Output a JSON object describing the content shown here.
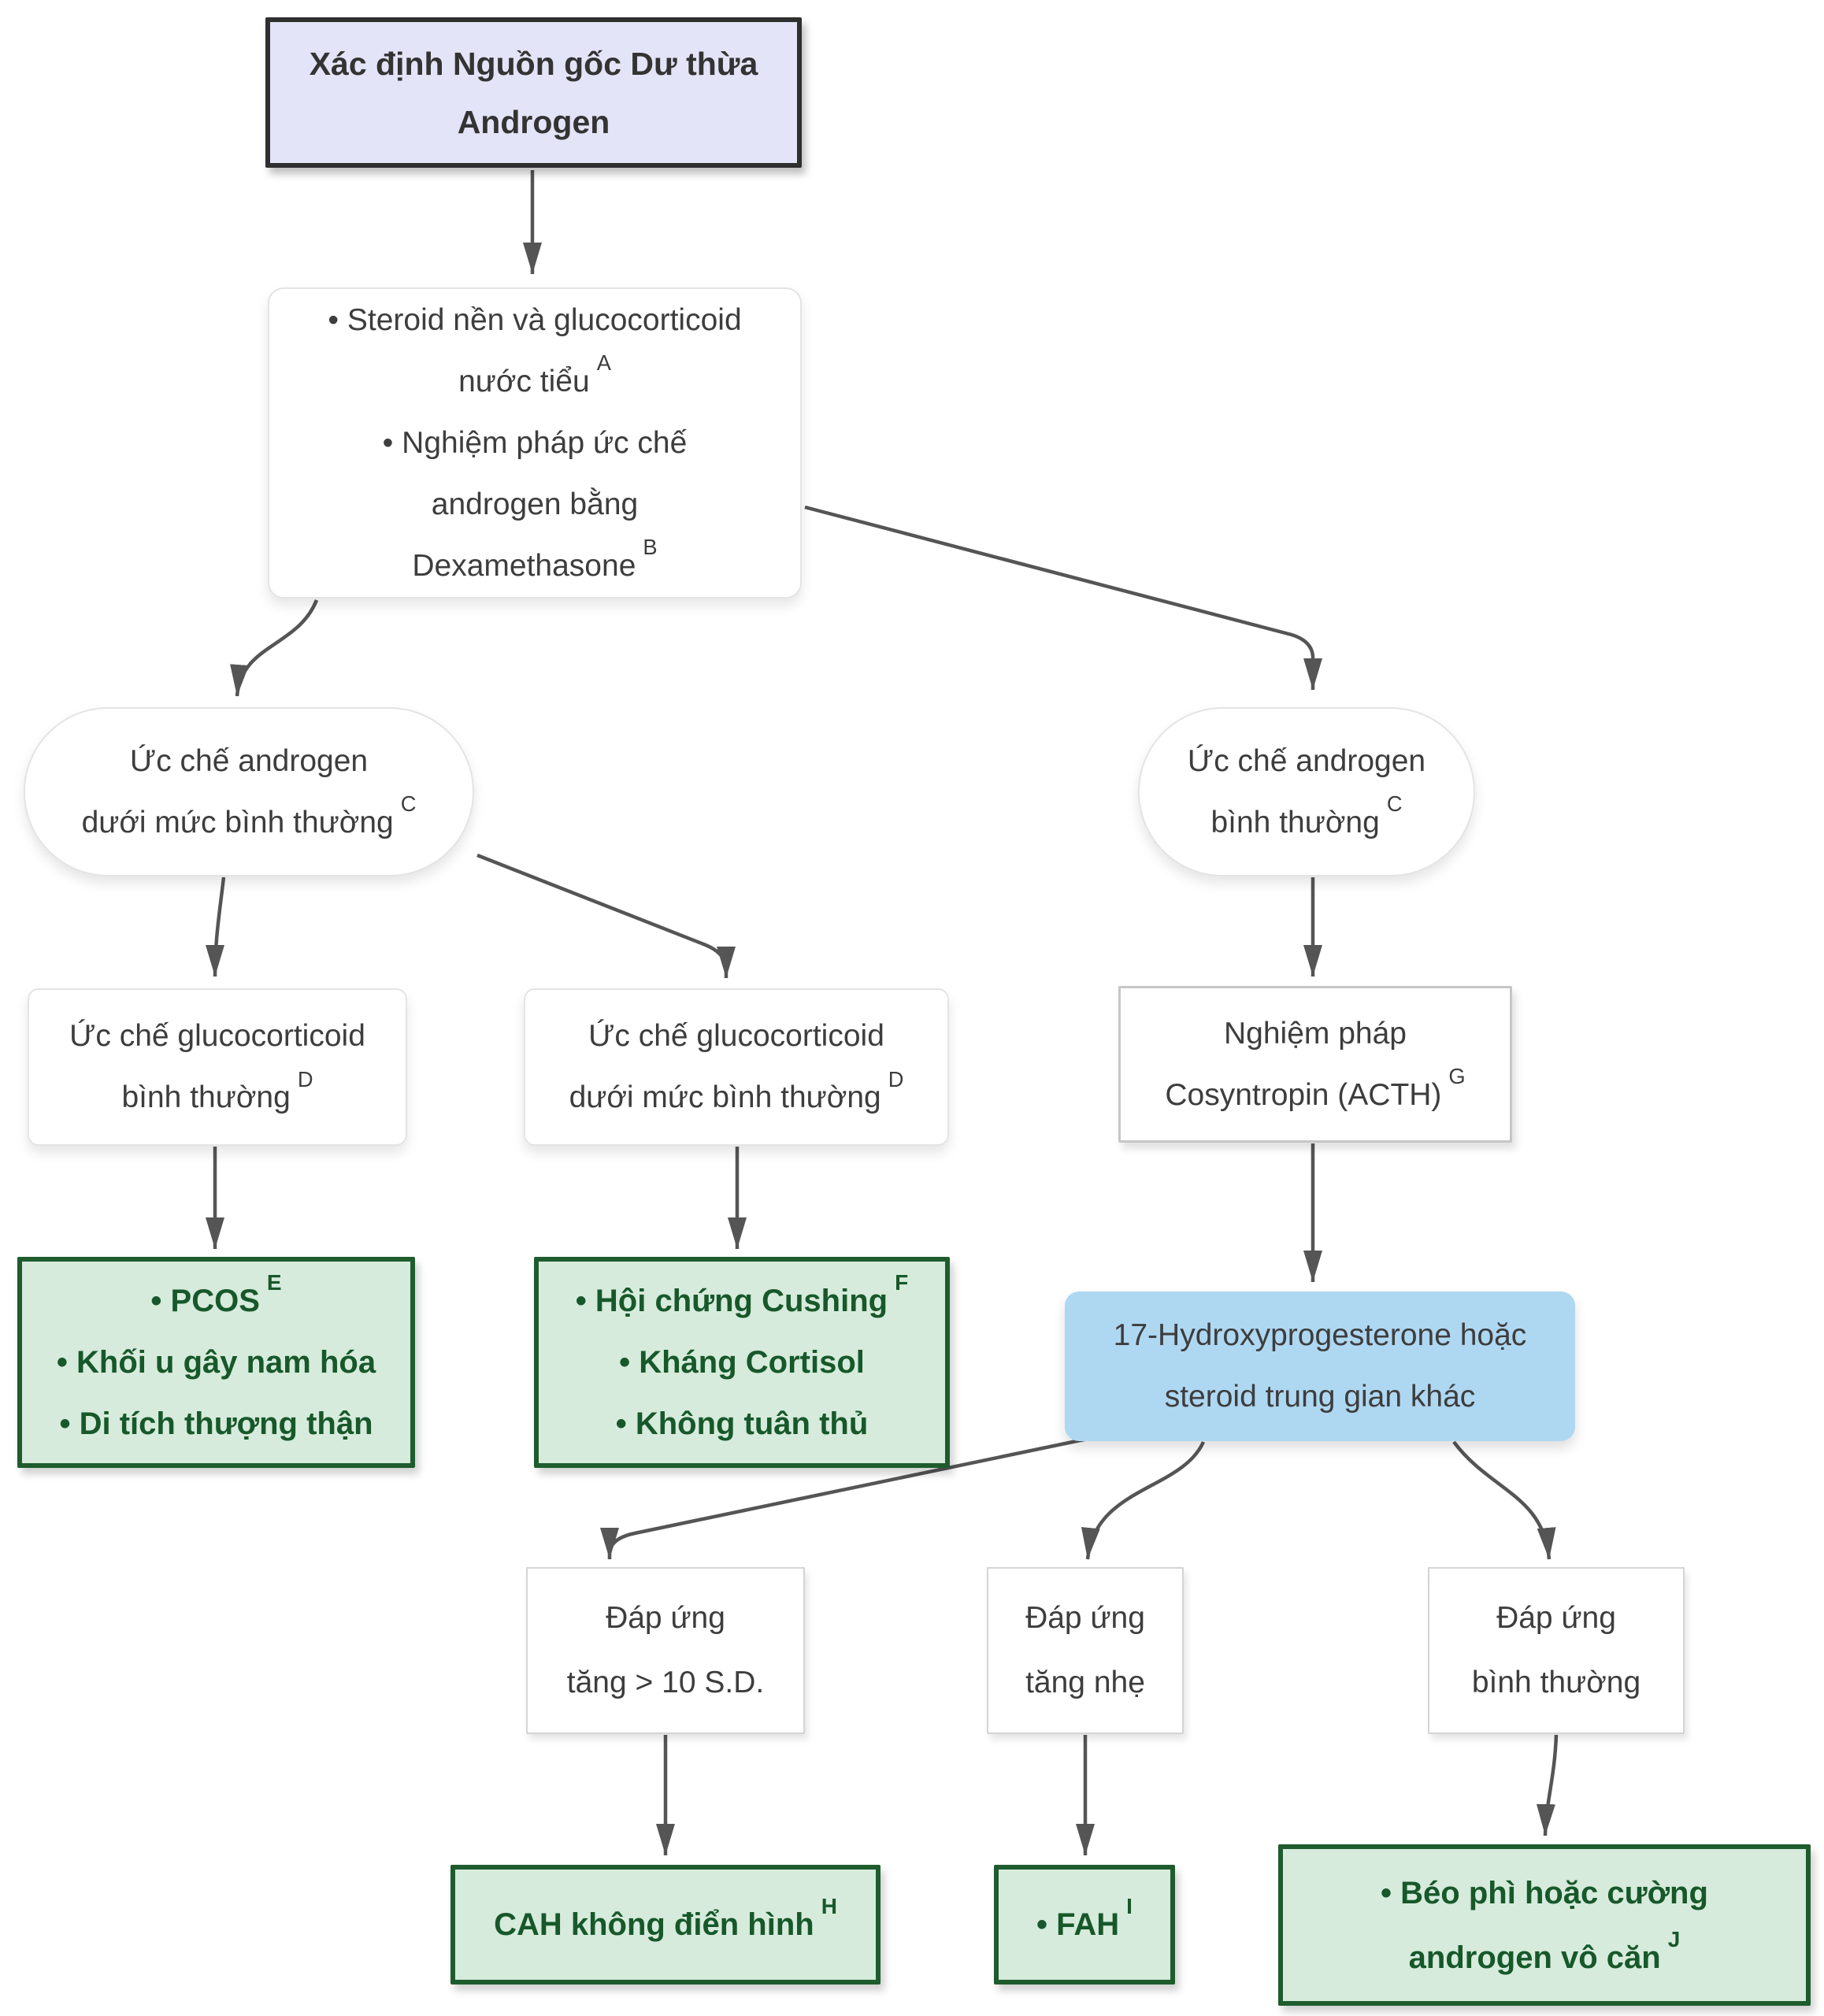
{
  "diagram": {
    "colors": {
      "title_bg": "#e4e4f8",
      "title_border": "#2f2f2f",
      "green_bg": "#d6ebdc",
      "green_border": "#1e5c2e",
      "green_text": "#17582a",
      "blue_bg": "#aed7f2",
      "white_box_border": "#e4e4e4",
      "body_text": "#3d3d3d",
      "arrow": "#555555"
    },
    "edges": [
      {
        "from": "title",
        "to": "tests"
      },
      {
        "from": "tests",
        "to": "pill_left"
      },
      {
        "from": "tests",
        "to": "pill_right"
      },
      {
        "from": "pill_left",
        "to": "d_normal"
      },
      {
        "from": "pill_left",
        "to": "d_sub"
      },
      {
        "from": "pill_right",
        "to": "acth"
      },
      {
        "from": "d_normal",
        "to": "green_e"
      },
      {
        "from": "d_sub",
        "to": "green_f"
      },
      {
        "from": "acth",
        "to": "ohp"
      },
      {
        "from": "ohp",
        "to": "resp_high"
      },
      {
        "from": "ohp",
        "to": "resp_mild"
      },
      {
        "from": "ohp",
        "to": "resp_normal"
      },
      {
        "from": "resp_high",
        "to": "cah"
      },
      {
        "from": "resp_mild",
        "to": "fah"
      },
      {
        "from": "resp_normal",
        "to": "idiopathic"
      }
    ]
  },
  "nodes": {
    "title": {
      "l1": "Xác định Nguồn gốc Dư thừa",
      "l2": "Androgen"
    },
    "tests": {
      "l1": "• Steroid nền và glucocorticoid",
      "l2": "nước tiểu",
      "l2sup": "A",
      "l3": "• Nghiệm pháp ức chế",
      "l4": "androgen bằng",
      "l5": "Dexamethasone",
      "l5sup": "B"
    },
    "pill_left": {
      "l1": "Ức chế androgen",
      "l2": "dưới mức bình thường",
      "l2sup": "C"
    },
    "pill_right": {
      "l1": "Ức chế androgen",
      "l2": "bình thường",
      "l2sup": "C"
    },
    "d_normal": {
      "l1": "Ức chế glucocorticoid",
      "l2": "bình thường",
      "l2sup": "D"
    },
    "d_sub": {
      "l1": "Ức chế glucocorticoid",
      "l2": "dưới mức bình thường",
      "l2sup": "D"
    },
    "acth": {
      "l1": "Nghiệm pháp",
      "l2": "Cosyntropin (ACTH)",
      "l2sup": "G"
    },
    "green_e": {
      "l1": "• PCOS",
      "l1sup": "E",
      "l2": "• Khối u gây nam hóa",
      "l3": "• Di tích thượng thận"
    },
    "green_f": {
      "l1": "• Hội chứng Cushing",
      "l1sup": "F",
      "l2": "• Kháng Cortisol",
      "l3": "• Không tuân thủ"
    },
    "ohp": {
      "l1": "17-Hydroxyprogesterone hoặc",
      "l2": "steroid trung gian khác"
    },
    "resp_high": {
      "l1": "Đáp ứng",
      "l2": "tăng > 10 S.D."
    },
    "resp_mild": {
      "l1": "Đáp ứng",
      "l2": "tăng nhẹ"
    },
    "resp_normal": {
      "l1": "Đáp ứng",
      "l2": "bình thường"
    },
    "cah": {
      "l1": "CAH không điển hình",
      "l1sup": "H"
    },
    "fah": {
      "l1": "• FAH",
      "l1sup": "I"
    },
    "idiopathic": {
      "l1": "• Béo phì hoặc cường",
      "l2": "androgen vô căn",
      "l2sup": "J"
    }
  }
}
